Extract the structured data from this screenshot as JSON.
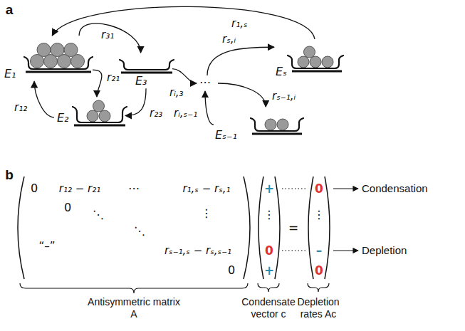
{
  "diagram": {
    "nodes": [
      {
        "text": [
          "E₁"
        ]
      },
      {
        "text": [
          "E₂"
        ]
      },
      {
        "text": [
          "E₃"
        ]
      },
      {
        "text": [
          "⋯"
        ]
      },
      {
        "text": [
          "Eₛ₋₁"
        ]
      },
      {
        "text": [
          "Eₛ"
        ]
      }
    ],
    "edges": [
      {
        "from": 0,
        "to": 2,
        "arrow": "to",
        "label": "r₃₁"
      },
      {
        "from": 0,
        "to": 1,
        "arrow": "to",
        "label": "r₂₁"
      },
      {
        "from": 1,
        "to": 0,
        "arrow": "to",
        "label": "r₁₂"
      },
      {
        "from": 2,
        "to": 1,
        "arrow": "to",
        "label": "r₂₃"
      },
      {
        "from": 2,
        "to": 3,
        "arrow": "to",
        "label": "rᵢ,₃"
      },
      {
        "from": 3,
        "to": 5,
        "arrow": "to",
        "label": "rₛ,ᵢ"
      },
      {
        "from": 3,
        "to": 4,
        "arrow": "to",
        "label": "rₛ₋₁,ᵢ"
      },
      {
        "from": 4,
        "to": 3,
        "arrow": "to",
        "label": "rᵢ,ₛ₋₁"
      },
      {
        "from": 5,
        "to": 0,
        "arrow": "to",
        "label": "r₁,ₛ"
      }
    ],
    "labels": [
      "a",
      "b",
      "0",
      "r₁₂ − r₂₁",
      "⋯",
      "r₁,ₛ − rₛ,₁",
      "0",
      "⋱",
      "⋮",
      "“–”",
      "⋱",
      "rₛ₋₁,ₛ − rₛ,ₛ₋₁",
      "0",
      "+",
      "⋮",
      "0",
      "+",
      "=",
      "0",
      "⋮",
      "–",
      "0",
      "Condensation",
      "Depletion",
      "Antisymmetric matrix A",
      "Condensate vector c",
      "Depletion rates Ac"
    ]
  }
}
